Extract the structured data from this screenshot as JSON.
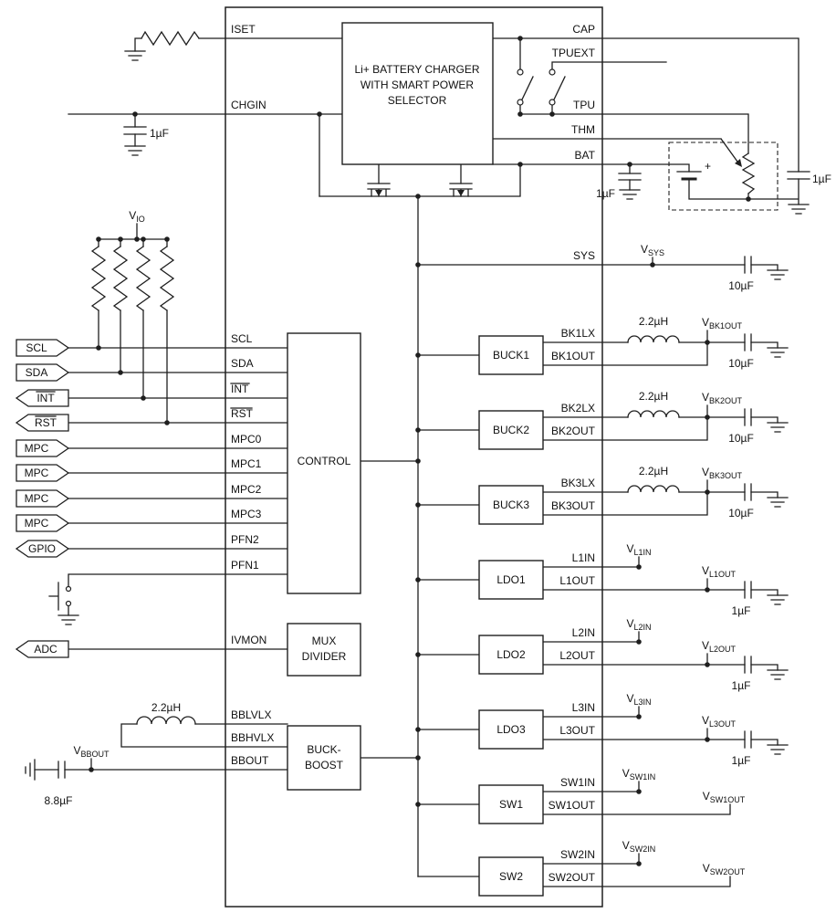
{
  "ic": {
    "left_pins": [
      "ISET",
      "CHGIN",
      "SCL",
      "SDA",
      "INT",
      "RST",
      "MPC0",
      "MPC1",
      "MPC2",
      "MPC3",
      "PFN2",
      "PFN1",
      "IVMON",
      "BBLVLX",
      "BBHVLX",
      "BBOUT"
    ],
    "right_pins": [
      "CAP",
      "TPUEXT",
      "TPU",
      "THM",
      "BAT",
      "SYS",
      "BK1LX",
      "BK1OUT",
      "BK2LX",
      "BK2OUT",
      "BK3LX",
      "BK3OUT",
      "L1IN",
      "L1OUT",
      "L2IN",
      "L2OUT",
      "L3IN",
      "L3OUT",
      "SW1IN",
      "SW1OUT",
      "SW2IN",
      "SW2OUT"
    ],
    "blocks": {
      "charger_line1": "Li+ BATTERY CHARGER",
      "charger_line2": "WITH SMART POWER",
      "charger_line3": "SELECTOR",
      "control": "CONTROL",
      "mux_line1": "MUX",
      "mux_line2": "DIVIDER",
      "buckboost_line1": "BUCK-",
      "buckboost_line2": "BOOST",
      "buck1": "BUCK1",
      "buck2": "BUCK2",
      "buck3": "BUCK3",
      "ldo1": "LDO1",
      "ldo2": "LDO2",
      "ldo3": "LDO3",
      "sw1": "SW1",
      "sw2": "SW2"
    }
  },
  "flags": {
    "scl": "SCL",
    "sda": "SDA",
    "int": "INT",
    "rst": "RST",
    "mpc0": "MPC",
    "mpc1": "MPC",
    "mpc2": "MPC",
    "mpc3": "MPC",
    "gpio": "GPIO",
    "adc": "ADC"
  },
  "nodes": {
    "vio": {
      "v": "V",
      "sub": "IO"
    },
    "vsys": {
      "v": "V",
      "sub": "SYS"
    },
    "vbk1out": {
      "v": "V",
      "sub": "BK1OUT"
    },
    "vbk2out": {
      "v": "V",
      "sub": "BK2OUT"
    },
    "vbk3out": {
      "v": "V",
      "sub": "BK3OUT"
    },
    "vl1in": {
      "v": "V",
      "sub": "L1IN"
    },
    "vl1out": {
      "v": "V",
      "sub": "L1OUT"
    },
    "vl2in": {
      "v": "V",
      "sub": "L2IN"
    },
    "vl2out": {
      "v": "V",
      "sub": "L2OUT"
    },
    "vl3in": {
      "v": "V",
      "sub": "L3IN"
    },
    "vl3out": {
      "v": "V",
      "sub": "L3OUT"
    },
    "vsw1in": {
      "v": "V",
      "sub": "SW1IN"
    },
    "vsw1out": {
      "v": "V",
      "sub": "SW1OUT"
    },
    "vsw2in": {
      "v": "V",
      "sub": "SW2IN"
    },
    "vsw2out": {
      "v": "V",
      "sub": "SW2OUT"
    },
    "vbbout": {
      "v": "V",
      "sub": "BBOUT"
    }
  },
  "components": {
    "chgin_cap": "1µF",
    "bat_cap": "1µF",
    "cap_pin_cap": "1µF",
    "sys_cap": "10µF",
    "buck_cap": "10µF",
    "ldo_cap": "1µF",
    "buck_inductor": "2.2µH",
    "bb_inductor": "2.2µH",
    "bb_cap": "8.8µF",
    "battery_plus": "+"
  }
}
